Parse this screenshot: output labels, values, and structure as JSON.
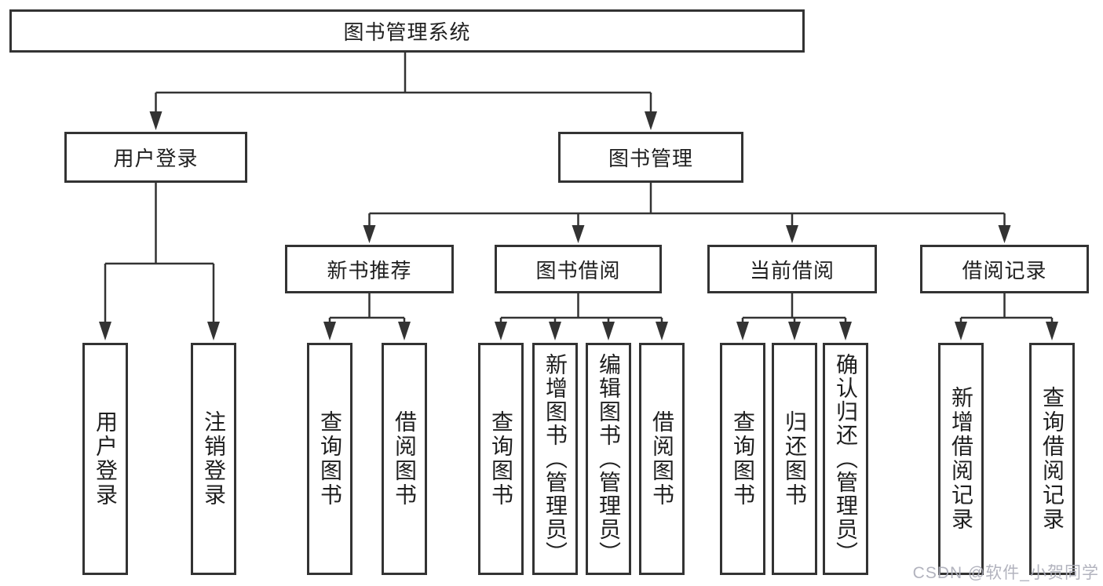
{
  "diagram": {
    "nodes": {
      "root": "图书管理系统",
      "user_login": "用户登录",
      "book_mgmt": "图书管理",
      "new_book": "新书推荐",
      "book_borrow": "图书借阅",
      "current_borrow": "当前借阅",
      "borrow_record": "借阅记录",
      "leaves": {
        "user_login": [
          "用户登录",
          "注销登录"
        ],
        "new_book": [
          "查询图书",
          "借阅图书"
        ],
        "book_borrow": [
          "查询图书",
          "新增图书（管理员）",
          "编辑图书（管理员）",
          "借阅图书"
        ],
        "current_borrow": [
          "查询图书",
          "归还图书",
          "确认归还（管理员）"
        ],
        "borrow_record": [
          "新增借阅记录",
          "查询借阅记录"
        ]
      }
    },
    "watermark": "CSDN @软件_小贺同学",
    "colors": {
      "line": "#333333",
      "text": "#1f1f1f",
      "box_background": "#ffffff",
      "watermark": "#abadb8",
      "page_background": "#ffffff"
    }
  }
}
